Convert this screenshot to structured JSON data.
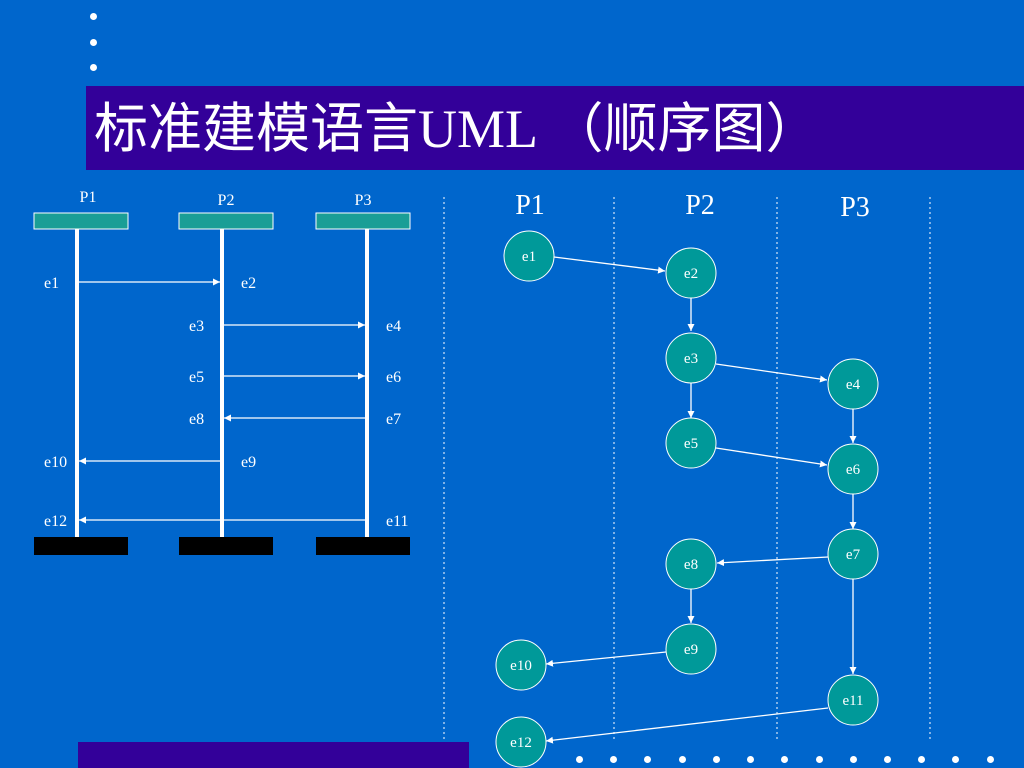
{
  "slide": {
    "title": "标准建模语言UML （顺序图）"
  },
  "colors": {
    "background": "#0066cc",
    "band": "#330099",
    "node_fill": "#009999",
    "head_box": "#1a9e96",
    "line": "#ffffff"
  },
  "sequence_diagram": {
    "processes": [
      "P1",
      "P2",
      "P3"
    ],
    "events": [
      {
        "label": "e1"
      },
      {
        "label": "e2"
      },
      {
        "label": "e3"
      },
      {
        "label": "e4"
      },
      {
        "label": "e5"
      },
      {
        "label": "e6"
      },
      {
        "label": "e8"
      },
      {
        "label": "e7"
      },
      {
        "label": "e10"
      },
      {
        "label": "e9"
      },
      {
        "label": "e12"
      },
      {
        "label": "e11"
      }
    ],
    "messages": [
      {
        "from": "P1",
        "to": "P2",
        "send": "e1",
        "receive": "e2"
      },
      {
        "from": "P2",
        "to": "P3",
        "send": "e3",
        "receive": "e4"
      },
      {
        "from": "P2",
        "to": "P3",
        "send": "e5",
        "receive": "e6"
      },
      {
        "from": "P3",
        "to": "P2",
        "send": "e7",
        "receive": "e8"
      },
      {
        "from": "P2",
        "to": "P1",
        "send": "e9",
        "receive": "e10"
      },
      {
        "from": "P3",
        "to": "P1",
        "send": "e11",
        "receive": "e12"
      }
    ]
  },
  "event_graph": {
    "processes": [
      "P1",
      "P2",
      "P3"
    ],
    "nodes": [
      "e1",
      "e2",
      "e3",
      "e4",
      "e5",
      "e6",
      "e7",
      "e8",
      "e9",
      "e10",
      "e11",
      "e12"
    ],
    "edges": [
      [
        "e1",
        "e2"
      ],
      [
        "e2",
        "e3"
      ],
      [
        "e3",
        "e4"
      ],
      [
        "e3",
        "e5"
      ],
      [
        "e4",
        "e6"
      ],
      [
        "e5",
        "e6"
      ],
      [
        "e6",
        "e7"
      ],
      [
        "e7",
        "e8"
      ],
      [
        "e8",
        "e9"
      ],
      [
        "e9",
        "e10"
      ],
      [
        "e7",
        "e11"
      ],
      [
        "e11",
        "e12"
      ]
    ]
  }
}
